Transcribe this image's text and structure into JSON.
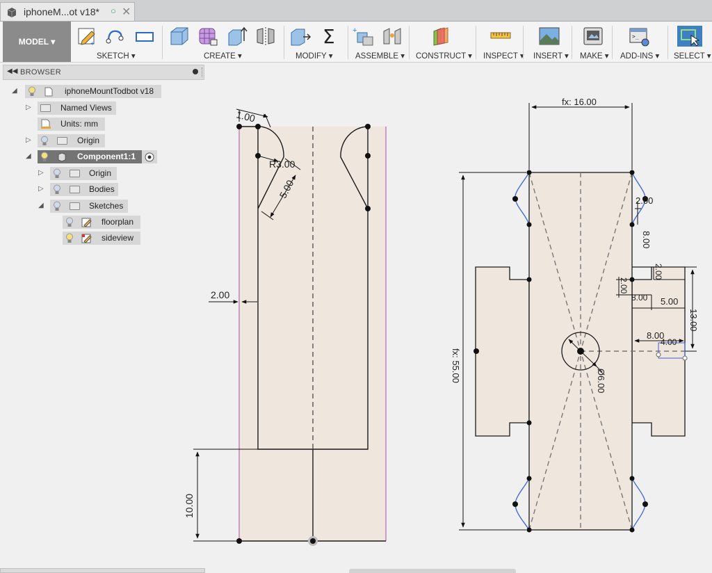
{
  "tab": {
    "title": "iphoneM...ot v18*"
  },
  "toolbar": {
    "mode": "MODEL",
    "groups": [
      {
        "label": "SKETCH"
      },
      {
        "label": "CREATE"
      },
      {
        "label": "MODIFY"
      },
      {
        "label": "ASSEMBLE"
      },
      {
        "label": "CONSTRUCT"
      },
      {
        "label": "INSPECT"
      },
      {
        "label": "INSERT"
      },
      {
        "label": "MAKE"
      },
      {
        "label": "ADD-INS"
      },
      {
        "label": "SELECT"
      }
    ]
  },
  "browser": {
    "title": "BROWSER",
    "tree": [
      {
        "label": "iphoneMountTodbot v18",
        "icon": "document-icon"
      },
      {
        "label": "Named Views",
        "icon": "folder-icon"
      },
      {
        "label": "Units: mm",
        "icon": "units-icon"
      },
      {
        "label": "Origin",
        "icon": "folder-icon"
      },
      {
        "label": "Component1:1",
        "icon": "component-icon"
      },
      {
        "label": "Origin",
        "icon": "folder-icon"
      },
      {
        "label": "Bodies",
        "icon": "folder-icon"
      },
      {
        "label": "Sketches",
        "icon": "folder-icon"
      },
      {
        "label": "floorplan",
        "icon": "sketch-icon"
      },
      {
        "label": "sideview",
        "icon": "sketch-icon"
      }
    ]
  },
  "sketch_left": {
    "dims": [
      "1.00",
      "R3.00",
      "5.00",
      "2.00",
      "10.00"
    ]
  },
  "sketch_right": {
    "dims": [
      "fx: 16.00",
      "fx: 55.00",
      "2.00",
      "8.00",
      "2.00",
      "2.00",
      "8.00",
      "5.00",
      "13.00",
      "8.00",
      "4.00",
      "Ø6.00"
    ]
  },
  "colors": {
    "body_fill": "#efe7de",
    "outline": "#1a1a1a",
    "blue_curve": "#3a62d8",
    "purple_edge": "#b266b2",
    "selected_node": "#747474"
  }
}
